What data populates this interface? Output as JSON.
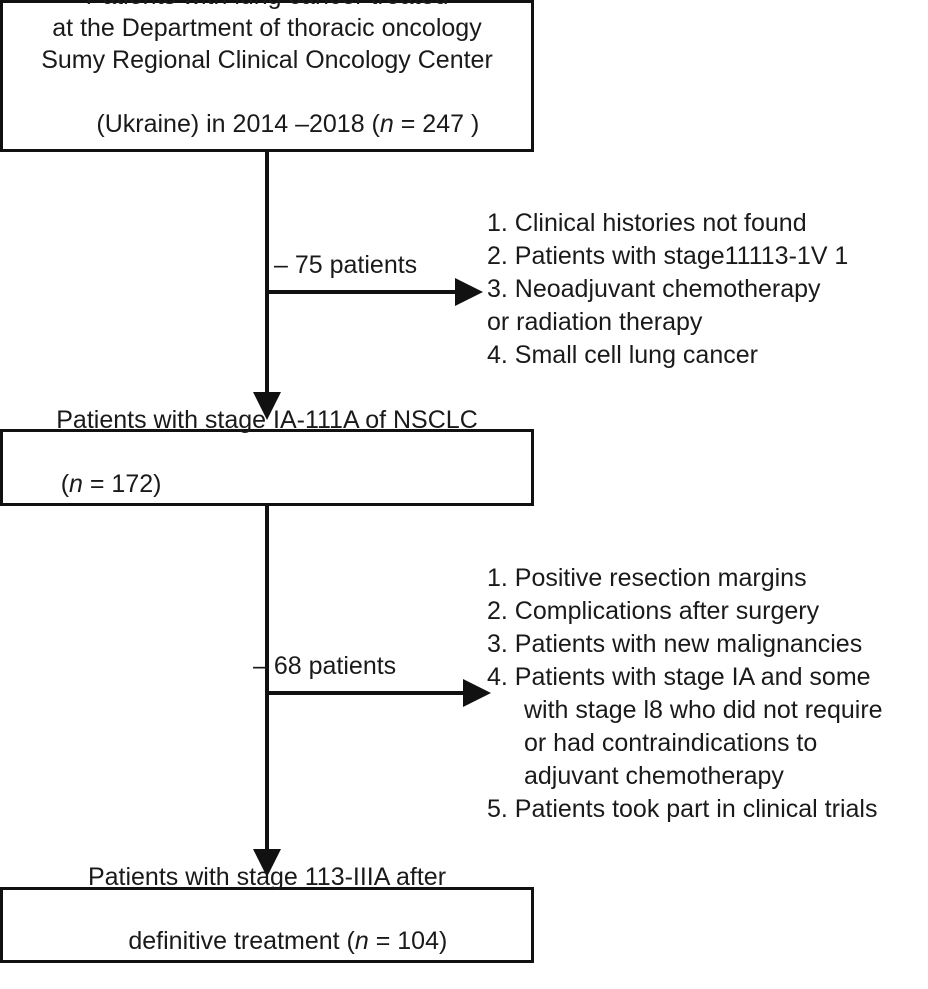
{
  "diagram": {
    "type": "patient-flow-consort",
    "boxes": {
      "enrolled": {
        "lines": [
          "Patients with lung cancer treated",
          "at the Department of thoracic oncology",
          "Sumy Regional Clinical Oncology Center",
          "(Ukraine) in 2014 –2018 (n = 247 )"
        ],
        "count": 247
      },
      "stage_nsclc": {
        "lines": [
          "Patients with stage IA-111A of NSCLC",
          "(n = 172)"
        ],
        "count": 172
      },
      "final": {
        "lines": [
          "Patients with stage 113-IIIA after",
          "definitive treatment (n = 104)"
        ],
        "count": 104
      }
    },
    "branches": [
      {
        "label": "– 75 patients",
        "excluded": 75,
        "reasons": [
          "1. Clinical histories not found",
          "2. Patients with stage11113-1V 1",
          "3. Neoadjuvant chemotherapy",
          "or radiation therapy",
          "4. Small cell lung cancer"
        ],
        "hanging": [
          false,
          false,
          false,
          false,
          false
        ]
      },
      {
        "label": "– 68 patients",
        "excluded": 68,
        "reasons": [
          "1. Positive resection margins",
          "2. Complications after surgery",
          "3. Patients with new malignancies",
          "4. Patients with stage IA and some",
          "with stage l8 who did not require",
          "or had contraindications to",
          "adjuvant chemotherapy",
          "5. Patients took part in clinical trials"
        ],
        "hanging": [
          false,
          false,
          false,
          false,
          true,
          true,
          true,
          false
        ]
      }
    ],
    "colors": {
      "stroke": "#111111",
      "text": "#1a1a1a",
      "background": "#ffffff"
    }
  }
}
